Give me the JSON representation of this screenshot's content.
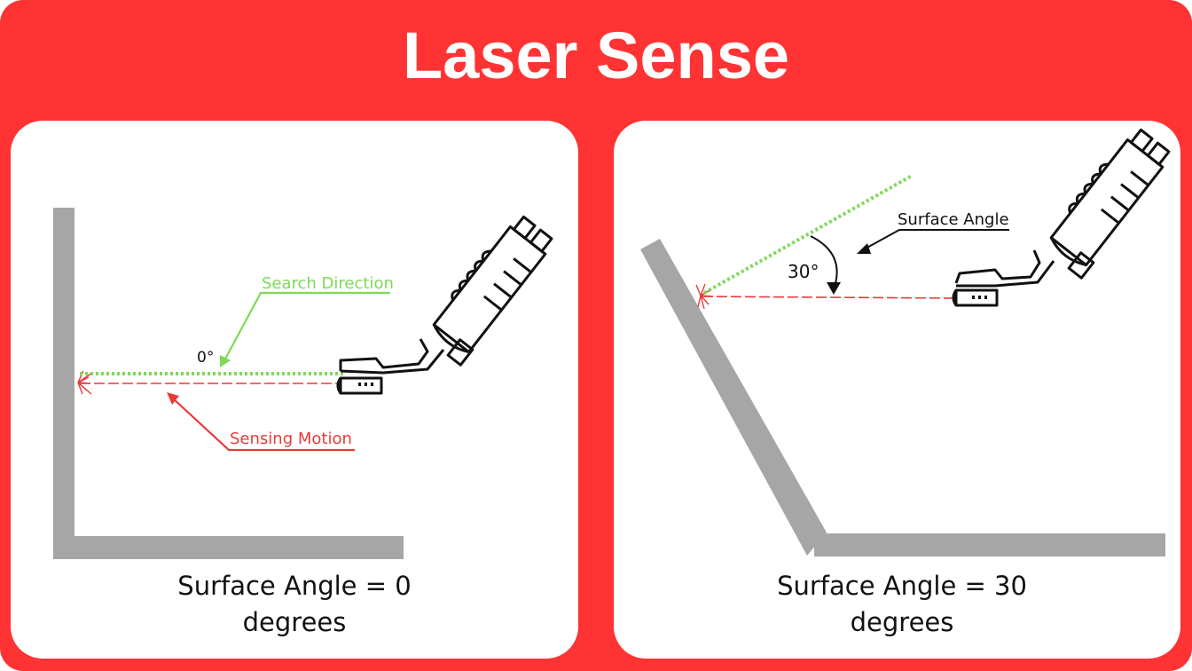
{
  "title": "Laser Sense",
  "colors": {
    "background": "#ff3333",
    "panel": "#ffffff",
    "surface": "#a6a6a6",
    "search_line": "#7ed957",
    "sensing_line": "#e83a3a",
    "ink": "#111111"
  },
  "left_panel": {
    "search_label": "Search Direction",
    "angle_label": "0°",
    "sensing_label": "Sensing Motion",
    "caption_line1": "Surface Angle = 0",
    "caption_line2": "degrees"
  },
  "right_panel": {
    "surface_angle_label": "Surface Angle",
    "angle_label": "30°",
    "caption_line1": "Surface Angle = 30",
    "caption_line2": "degrees"
  },
  "icons": [
    "laser-torch-icon",
    "laser-spark-icon"
  ]
}
